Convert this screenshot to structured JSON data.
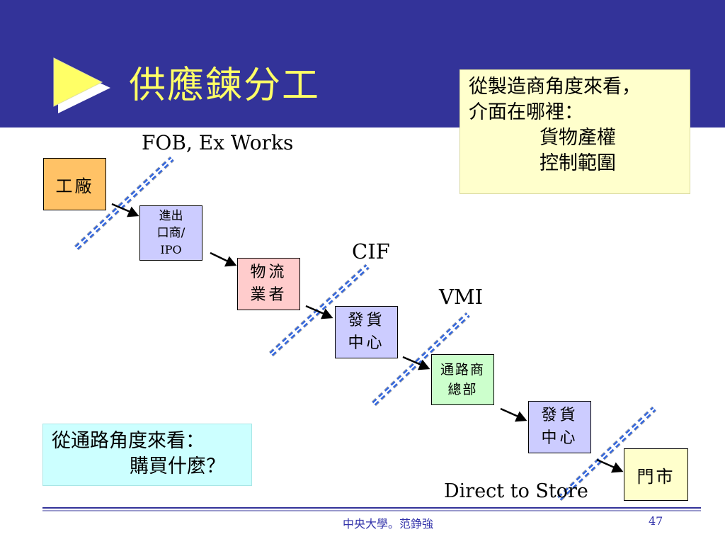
{
  "title": "供應鍊分工",
  "manufacturer_note": {
    "line1": "從製造商角度來看，",
    "line2": "介面在哪裡：",
    "line3": "貨物產權",
    "line4": "控制範圍"
  },
  "channel_note": {
    "line1": "從通路角度來看：",
    "line2": "購買什麼？"
  },
  "nodes": {
    "factory": "工廠",
    "importer_l1": "進出",
    "importer_l2": "口商/",
    "importer_l3": "IPO",
    "logistics_l1": "物流",
    "logistics_l2": "業者",
    "dc1_l1": "發貨",
    "dc1_l2": "中心",
    "channel_l1": "通路商",
    "channel_l2": "總部",
    "dc2_l1": "發貨",
    "dc2_l2": "中心",
    "store": "門市"
  },
  "boundaries": {
    "fob": "FOB, Ex Works",
    "cif": "CIF",
    "vmi": "VMI",
    "direct": "Direct to Store"
  },
  "footer": {
    "org": "中央大學。范錚強",
    "page": "47"
  },
  "colors": {
    "banner": "#333399",
    "title": "#ffff66",
    "boundary_dash": "#3366cc"
  }
}
